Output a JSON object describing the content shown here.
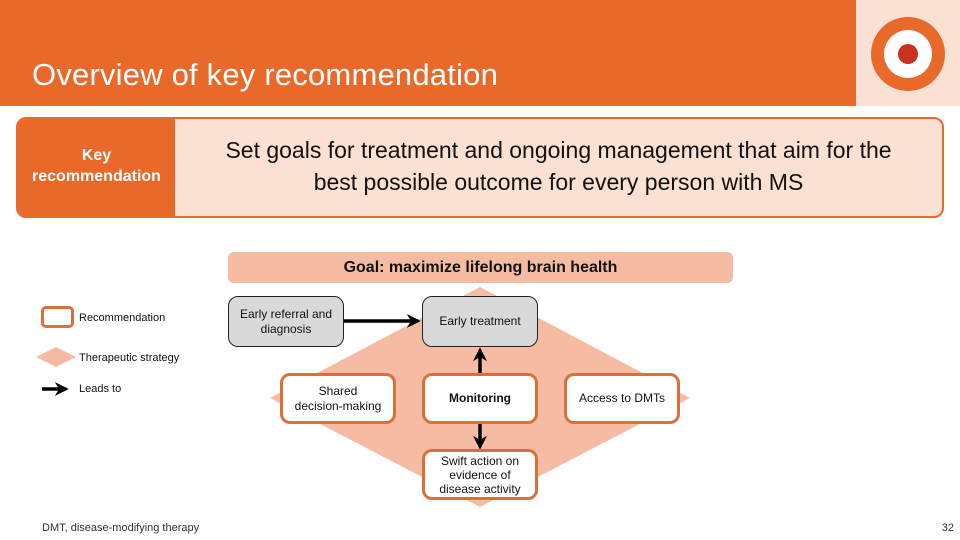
{
  "header": {
    "title": "Overview of key recommendation",
    "logo_icon": "target-icon",
    "colors": {
      "bar": "#e8692a",
      "logo_panel": "#fbe0d4",
      "logo_ring": "#e8692a",
      "logo_center": "#c8321e"
    }
  },
  "key_recommendation": {
    "label_line1": "Key",
    "label_line2": "recommendation",
    "text_line1": "Set goals for treatment and ongoing management that aim for the",
    "text_line2": "best possible outcome for every person with MS"
  },
  "goal": {
    "label": "Goal: maximize lifelong brain health"
  },
  "legend": {
    "items": [
      {
        "icon": "rounded-box-icon",
        "label": "Recommendation"
      },
      {
        "icon": "diamond-icon",
        "label": "Therapeutic strategy"
      },
      {
        "icon": "arrow-right-icon",
        "label": "Leads to"
      }
    ]
  },
  "diagram": {
    "nodes": [
      {
        "id": "early-referral",
        "type": "grey",
        "line1": "Early referral and",
        "line2": "diagnosis"
      },
      {
        "id": "early-treatment",
        "type": "grey",
        "line1": "Early treatment"
      },
      {
        "id": "shared-decision",
        "type": "recommendation",
        "line1": "Shared",
        "line2": "decision-making"
      },
      {
        "id": "monitoring",
        "type": "recommendation",
        "line1": "Monitoring",
        "bold": true
      },
      {
        "id": "access-dmts",
        "type": "recommendation",
        "line1": "Access to DMTs"
      },
      {
        "id": "swift-action",
        "type": "recommendation",
        "line1": "Swift action on",
        "line2": "evidence of",
        "line3": "disease activity"
      }
    ],
    "edges": [
      {
        "from": "early-referral",
        "to": "early-treatment"
      },
      {
        "from": "monitoring",
        "to": "early-treatment"
      },
      {
        "from": "monitoring",
        "to": "swift-action"
      }
    ],
    "colors": {
      "diamond": "#f6bca3",
      "rec_border": "#d9703a",
      "grey_fill": "#d9d9d9"
    }
  },
  "footer": {
    "footnote": "DMT, disease-modifying therapy",
    "page_number": "32"
  }
}
